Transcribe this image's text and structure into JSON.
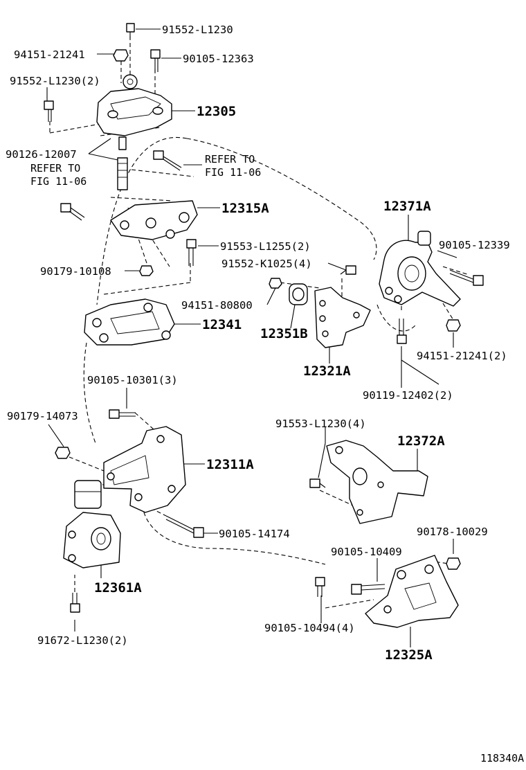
{
  "figure_id": "118340A",
  "labels": {
    "p91552_l1230_top": "91552-L1230",
    "p94151_21241": "94151-21241",
    "p90105_12363": "90105-12363",
    "p91552_l1230_2": "91552-L1230(2)",
    "p12305": "12305",
    "p90126_12007": "90126-12007",
    "refer_to_left": "REFER TO",
    "fig_11_06_left": "FIG 11-06",
    "refer_to_right": "REFER TO",
    "fig_11_06_right": "FIG 11-06",
    "p12315a": "12315A",
    "p91553_l1255": "91553-L1255(2)",
    "p90179_10108": "90179-10108",
    "p91552_k1025": "91552-K1025(4)",
    "p12371a": "12371A",
    "p90105_12339": "90105-12339",
    "p94151_80800": "94151-80800",
    "p12341": "12341",
    "p12351b": "12351B",
    "p12321a": "12321A",
    "p94151_21241_2": "94151-21241(2)",
    "p90119_12402": "90119-12402(2)",
    "p90105_10301": "90105-10301(3)",
    "p90179_14073": "90179-14073",
    "p91553_l1230": "91553-L1230(4)",
    "p12372a": "12372A",
    "p12311a": "12311A",
    "p90105_14174": "90105-14174",
    "p90178_10029": "90178-10029",
    "p90105_10409": "90105-10409",
    "p12361a": "12361A",
    "p90105_10494": "90105-10494(4)",
    "p12325a": "12325A",
    "p91672_l1230": "91672-L1230(2)"
  }
}
